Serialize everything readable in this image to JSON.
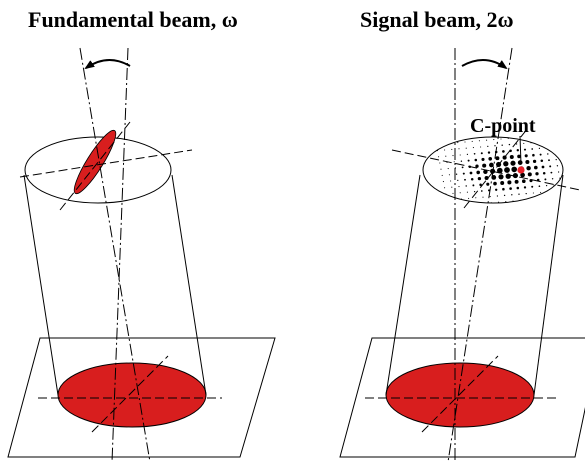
{
  "figure": {
    "left_panel": {
      "title": "Fundamental beam, ω"
    },
    "right_panel": {
      "title": "Signal beam, 2ω",
      "annotation": "C-point"
    },
    "colors": {
      "ellipse_fill": "#d81e1e",
      "red_dot": "#e8222a",
      "line": "#000000",
      "background": "#ffffff"
    },
    "icons": [
      "curved-arrow-icon"
    ]
  }
}
